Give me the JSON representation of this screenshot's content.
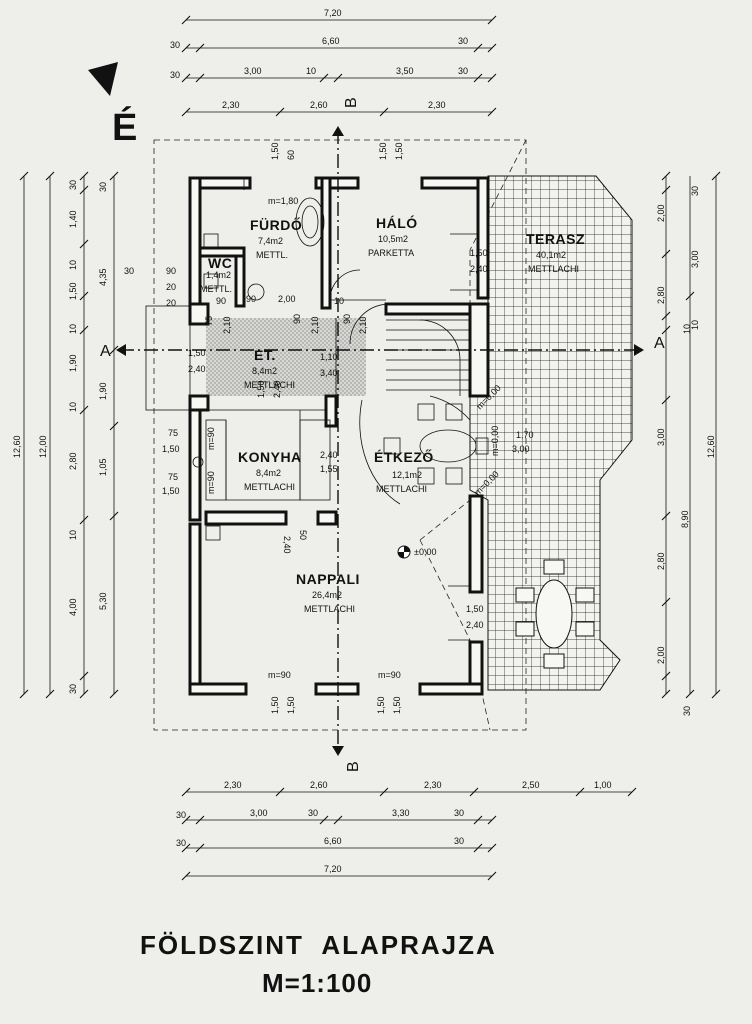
{
  "drawing": {
    "title": "FÖLDSZINT  ALAPRAJZA",
    "scale": "M=1:100",
    "north_label": "É",
    "section_a": "A",
    "section_b": "B",
    "level": "±0,00"
  },
  "rooms": [
    {
      "id": "furdo",
      "name": "FÜRDŐ",
      "area": "7,4m2",
      "floor": "METTL."
    },
    {
      "id": "halo",
      "name": "HÁLÓ",
      "area": "10,5m2",
      "floor": "PARKETTA"
    },
    {
      "id": "terasz",
      "name": "TERASZ",
      "area": "40,1m2",
      "floor": "METTLACHI"
    },
    {
      "id": "wc",
      "name": "WC",
      "area": "1,4m2",
      "floor": "METTL."
    },
    {
      "id": "et",
      "name": "ET.",
      "area": "8,4m2",
      "floor": "METTLACHI"
    },
    {
      "id": "konyha",
      "name": "KONYHA",
      "area": "8,4m2",
      "floor": "METTLACHI"
    },
    {
      "id": "etkezo",
      "name": "ÉTKEZŐ",
      "area": "12,1m2",
      "floor": "METTLACHI"
    },
    {
      "id": "nappali",
      "name": "NAPPALI",
      "area": "26,4m2",
      "floor": "METTLACHI"
    }
  ],
  "top_dims": {
    "row1": [
      "7,20"
    ],
    "row2": [
      "30",
      "6,60",
      "30"
    ],
    "row3": [
      "30",
      "3,00",
      "10",
      "3,50",
      "30"
    ],
    "row4": [
      "2,30",
      "2,60",
      "2,30"
    ]
  },
  "bottom_dims": {
    "row1": [
      "2,30",
      "2,60",
      "2,30",
      "2,50",
      "1,00"
    ],
    "row2": [
      "30",
      "3,00",
      "30",
      "3,30",
      "30"
    ],
    "row3": [
      "30",
      "6,60",
      "30"
    ],
    "row4": [
      "7,20"
    ]
  },
  "left_dims": {
    "outer": [
      "12,60"
    ],
    "second": [
      "12,00"
    ],
    "third": [
      "30",
      "1,40",
      "10",
      "1,50",
      "10",
      "1,90",
      "10",
      "2,80",
      "10",
      "4,00",
      "30"
    ],
    "fourth": [
      "30",
      "4,35",
      "1,90",
      "1,05",
      "5,30"
    ]
  },
  "right_dims": {
    "outer": [
      "12,60"
    ],
    "second": [
      "8,90"
    ],
    "third": [
      "30",
      "2,00",
      "3,00",
      "2,80",
      "10",
      "3,00",
      "2,80",
      "2,00",
      "30"
    ]
  },
  "openings": {
    "top_furdo": [
      "1,50",
      "60"
    ],
    "top_halo": [
      "1,50",
      "1,50"
    ],
    "mark_furdo": "m=1,80",
    "halo_door": [
      "1,50",
      "2,40"
    ],
    "nappali_door": [
      "1,50",
      "2,40"
    ],
    "bottom_left": [
      "1,50",
      "1,50"
    ],
    "bottom_right": [
      "1,50",
      "1,50"
    ],
    "mark_bottom_left": "m=90",
    "mark_bottom_right": "m=90",
    "konyha_left": [
      "75",
      "1,50",
      "75",
      "1,50"
    ],
    "mark_konyha_left": "m=90",
    "mark_konyha_left2": "m=90",
    "et_left": [
      "1,50",
      "2,40"
    ],
    "et_mid": [
      "1,50",
      "2,40"
    ],
    "et_right": [
      "1,10",
      "3,40"
    ],
    "konyha_right": [
      "2,40",
      "1,55"
    ],
    "konyha_bottom": [
      "2,40"
    ],
    "konyha_bottom2": [
      "50"
    ],
    "wc_dims": [
      "30",
      "90",
      "20",
      "20",
      "90",
      "2,00",
      "10",
      "90"
    ],
    "corridor": [
      "75",
      "2,10",
      "90",
      "2,10",
      "90",
      "2,10"
    ],
    "etkezo_right": [
      "1,70",
      "3,00"
    ],
    "mark_etkezo_top": "m=0,00",
    "mark_etkezo_mid": "m=0,00",
    "mark_etkezo_bot": "m=0,00",
    "stair_marks": [
      "10"
    ]
  }
}
